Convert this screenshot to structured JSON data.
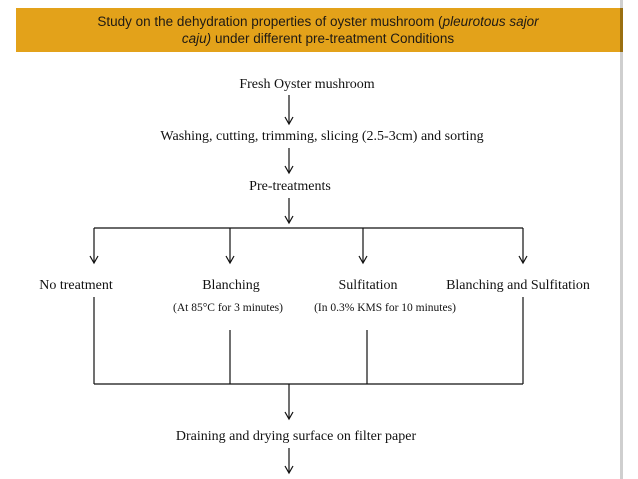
{
  "banner": {
    "line1_prefix": "Study on the dehydration properties of oyster mushroom (",
    "line1_italic": "pleurotous sajor",
    "line2_italic": "caju)",
    "line2_suffix": " under different pre-treatment Conditions"
  },
  "flow": {
    "step1": "Fresh Oyster mushroom",
    "step2": "Washing, cutting, trimming, slicing (2.5-3cm) and sorting",
    "step3": "Pre-treatments",
    "branches": [
      {
        "label": "No treatment",
        "note": ""
      },
      {
        "label": "Blanching",
        "note": "(At 85°C for 3 minutes)"
      },
      {
        "label": "Sulfitation",
        "note": "(In 0.3% KMS for 10 minutes)"
      },
      {
        "label": "Blanching and Sulfitation",
        "note": ""
      }
    ],
    "step4": "Draining and drying surface on filter paper"
  },
  "colors": {
    "banner_bg": "#e3a21a",
    "text": "#111111"
  }
}
